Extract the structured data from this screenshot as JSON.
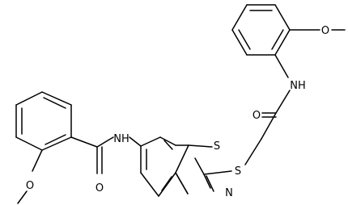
{
  "molecule": {
    "atom_labels": {
      "o_methoxy_top": "O",
      "nh_amide_top": "NH",
      "o_carbonyl_top": "O",
      "s_thioether": "S",
      "s_ring": "S",
      "n_ring": "N",
      "nh_amide_left": "NH",
      "o_carbonyl_left": "O",
      "o_methoxy_left": "O"
    }
  }
}
